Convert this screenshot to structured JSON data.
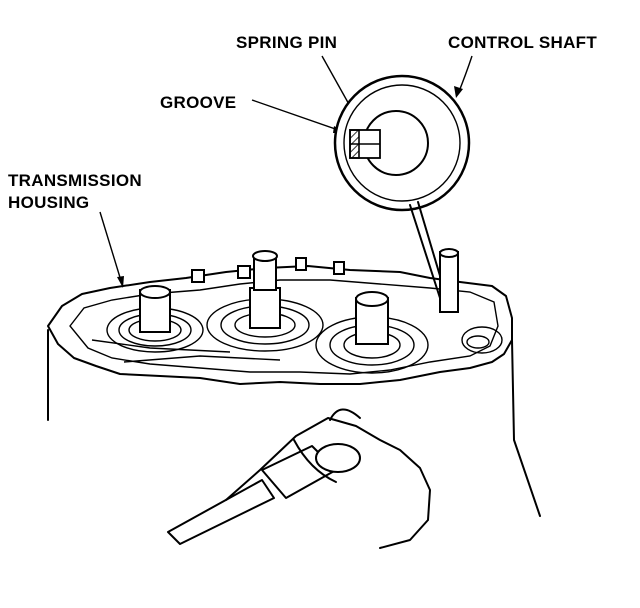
{
  "labels": {
    "spring_pin": "SPRING PIN",
    "control_shaft": "CONTROL SHAFT",
    "groove": "GROOVE",
    "transmission_housing_line1": "TRANSMISSION",
    "transmission_housing_line2": "HOUSING"
  },
  "colors": {
    "ink": "#000000",
    "paper": "#ffffff"
  }
}
